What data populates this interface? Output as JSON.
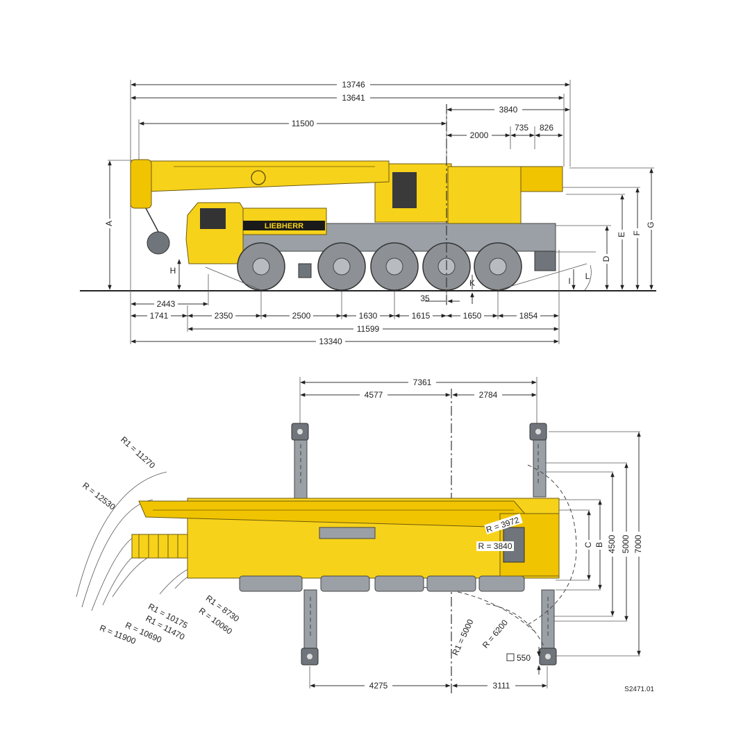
{
  "side_view": {
    "overall_lengths": [
      "13746",
      "13641",
      "13340",
      "11599"
    ],
    "top_dims": [
      "11500",
      "3840",
      "2000",
      "735",
      "826"
    ],
    "bottom_dims": [
      "2443",
      "1741",
      "2350",
      "2500",
      "1630",
      "1615",
      "1650",
      "1854",
      "35"
    ],
    "height_letters": [
      "A",
      "H",
      "D",
      "E",
      "F",
      "G",
      "I",
      "L",
      "K"
    ],
    "brand": "LIEBHERR"
  },
  "top_view": {
    "top_dims": [
      "7361",
      "4577",
      "2784"
    ],
    "bottom_dims": [
      "4275",
      "3111"
    ],
    "width_dims": [
      "C",
      "B",
      "4500",
      "5000",
      "7000"
    ],
    "radii": [
      "R1 = 11270",
      "R = 12530",
      "R1 = 8730",
      "R = 10060",
      "R1 = 10175",
      "R1 = 11470",
      "R = 10690",
      "R = 11900",
      "R = 3972",
      "R = 3840",
      "R1 = 5000",
      "R = 6200"
    ],
    "square_label": "550"
  },
  "drawing_code": "S2471.01",
  "colors": {
    "crane_yellow": "#f7d21a",
    "chassis_grey": "#9aa0a6"
  }
}
